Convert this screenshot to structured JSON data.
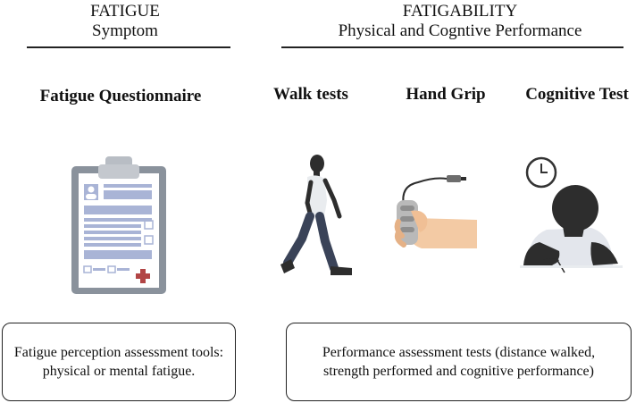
{
  "fatigue": {
    "title": "FATIGUE",
    "subtitle": "Symptom",
    "tool": "Fatigue Questionnaire",
    "description": "Fatigue perception assessment tools: physical or mental fatigue."
  },
  "fatigability": {
    "title": "FATIGABILITY",
    "subtitle": "Physical and Cogntive Performance",
    "tests": [
      "Walk tests",
      "Hand Grip",
      "Cognitive Test"
    ],
    "description": "Performance assessment tests (distance walked, strength performed and cognitive performance)"
  },
  "icons": [
    "clipboard-icon",
    "walking-person-icon",
    "hand-grip-icon",
    "clock-icon",
    "writing-person-icon"
  ],
  "colors": {
    "clipboard": "#8a929c",
    "paper_lines": "#a9b4d6",
    "cross": "#b24545",
    "person": "#2d2d2d",
    "jeans": "#3a4358",
    "skin": "#f3caa4"
  }
}
